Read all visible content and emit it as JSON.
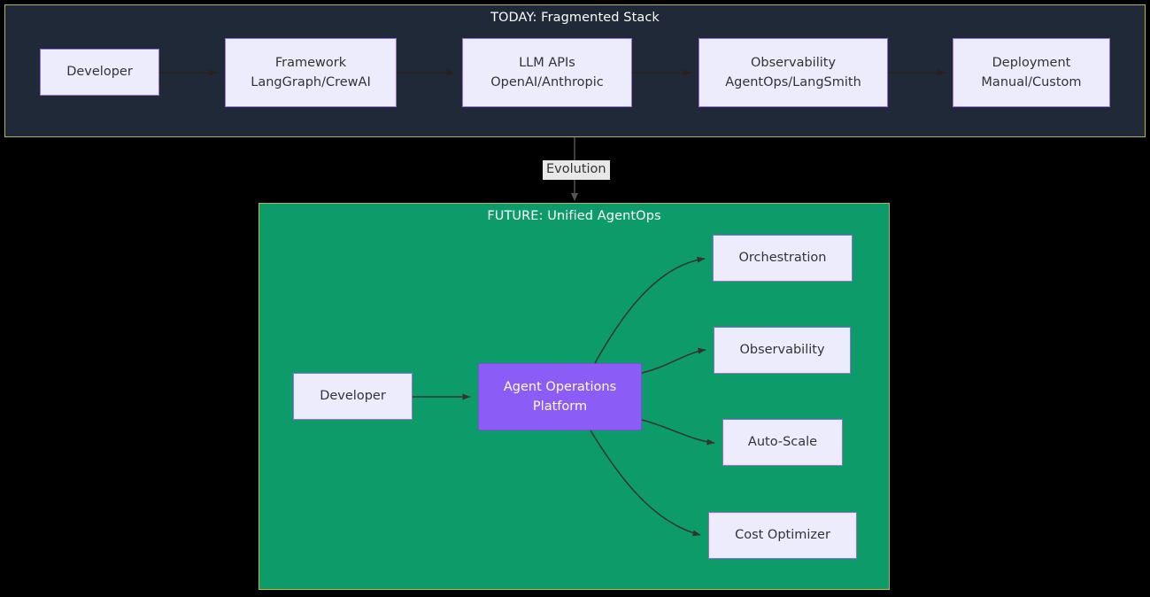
{
  "diagram": {
    "type": "flowchart",
    "background_color": "#000000",
    "subgraphs": [
      {
        "id": "today",
        "title": "TODAY: Fragmented Stack",
        "fill": "#1f2937",
        "stroke": "#b8b840"
      },
      {
        "id": "future",
        "title": "FUTURE: Unified AgentOps",
        "fill": "#0c9b69",
        "stroke": "#b8b840"
      }
    ],
    "today_nodes": [
      {
        "id": "dev-today",
        "label": "Developer"
      },
      {
        "id": "framework",
        "label": "Framework\nLangGraph/CrewAI"
      },
      {
        "id": "llm-apis",
        "label": "LLM APIs\nOpenAI/Anthropic"
      },
      {
        "id": "observ-today",
        "label": "Observability\nAgentOps/LangSmith"
      },
      {
        "id": "deploy-today",
        "label": "Deployment\nManual/Custom"
      }
    ],
    "future_nodes": [
      {
        "id": "dev-future",
        "label": "Developer"
      },
      {
        "id": "platform",
        "label": "Agent Operations\nPlatform",
        "accent": true
      },
      {
        "id": "orchestration",
        "label": "Orchestration"
      },
      {
        "id": "observability",
        "label": "Observability"
      },
      {
        "id": "auto-scale",
        "label": "Auto-Scale"
      },
      {
        "id": "cost-optimizer",
        "label": "Cost Optimizer"
      }
    ],
    "edge_labels": {
      "evolution": "Evolution"
    },
    "colors": {
      "node_fill": "#ECECFD",
      "node_stroke": "#9370DB",
      "node_text": "#333333",
      "accent_fill": "#8B5CF6",
      "accent_text": "#ffffff",
      "dark_panel": "#1f2937",
      "green_panel": "#0c9b69",
      "panel_border": "#b8b840",
      "edge_dark": "#2b2018",
      "edge_light": "#333333",
      "label_bg": "#e8e8e8"
    }
  }
}
